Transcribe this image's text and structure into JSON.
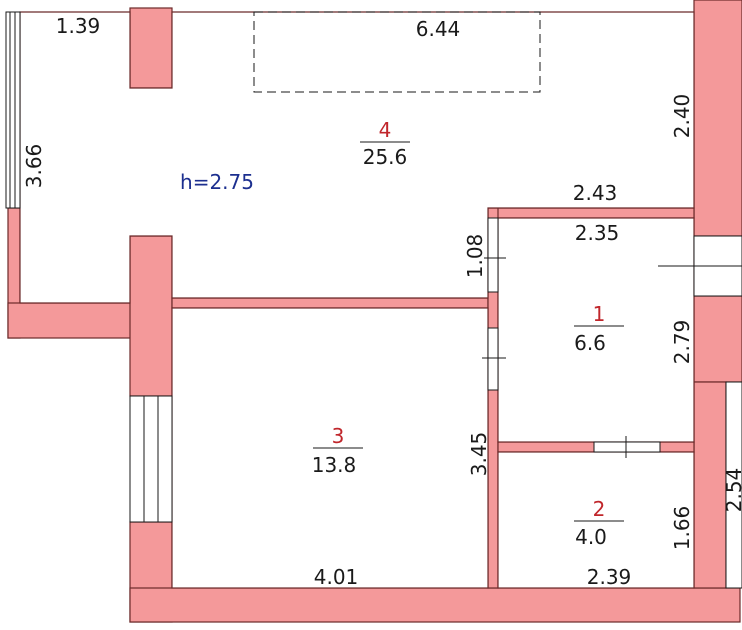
{
  "colors": {
    "wall_fill": "#f4999a",
    "wall_outline": "#6b2a2a",
    "room_fill": "#ffffff",
    "text": "#1a1a1a",
    "room_number": "#c0262b",
    "height_note": "#1c2f8f"
  },
  "height_note": "h=2.75",
  "rooms": [
    {
      "number": "1",
      "area": "6.6"
    },
    {
      "number": "2",
      "area": "4.0"
    },
    {
      "number": "3",
      "area": "13.8"
    },
    {
      "number": "4",
      "area": "25.6"
    }
  ],
  "dimensions": {
    "top_left_width": "1.39",
    "top_cabinet_width": "6.44",
    "right_upper_wall": "2.40",
    "left_window_height": "3.66",
    "room1_top_outer": "2.43",
    "room1_top_inner": "2.35",
    "room1_door_width": "1.08",
    "room1_right_height": "2.79",
    "room3_left_height": "3.45",
    "room3_bottom_width": "4.01",
    "room2_right_height": "1.66",
    "room2_bottom_width": "2.39",
    "right_edge_cut": "2.54"
  }
}
